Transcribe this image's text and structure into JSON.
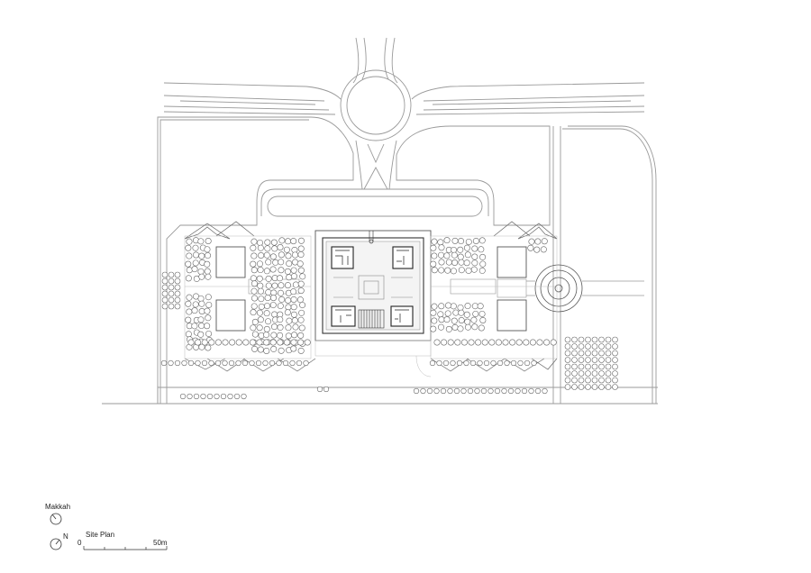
{
  "legend": {
    "qibla_label": "Makkah",
    "north_label": "N",
    "drawing_title": "Site Plan",
    "scale_start": "0",
    "scale_end": "50m"
  },
  "colors": {
    "line": "#9a9a9a",
    "line_dark": "#333333",
    "fill_light": "#ececec",
    "background": "#ffffff"
  }
}
